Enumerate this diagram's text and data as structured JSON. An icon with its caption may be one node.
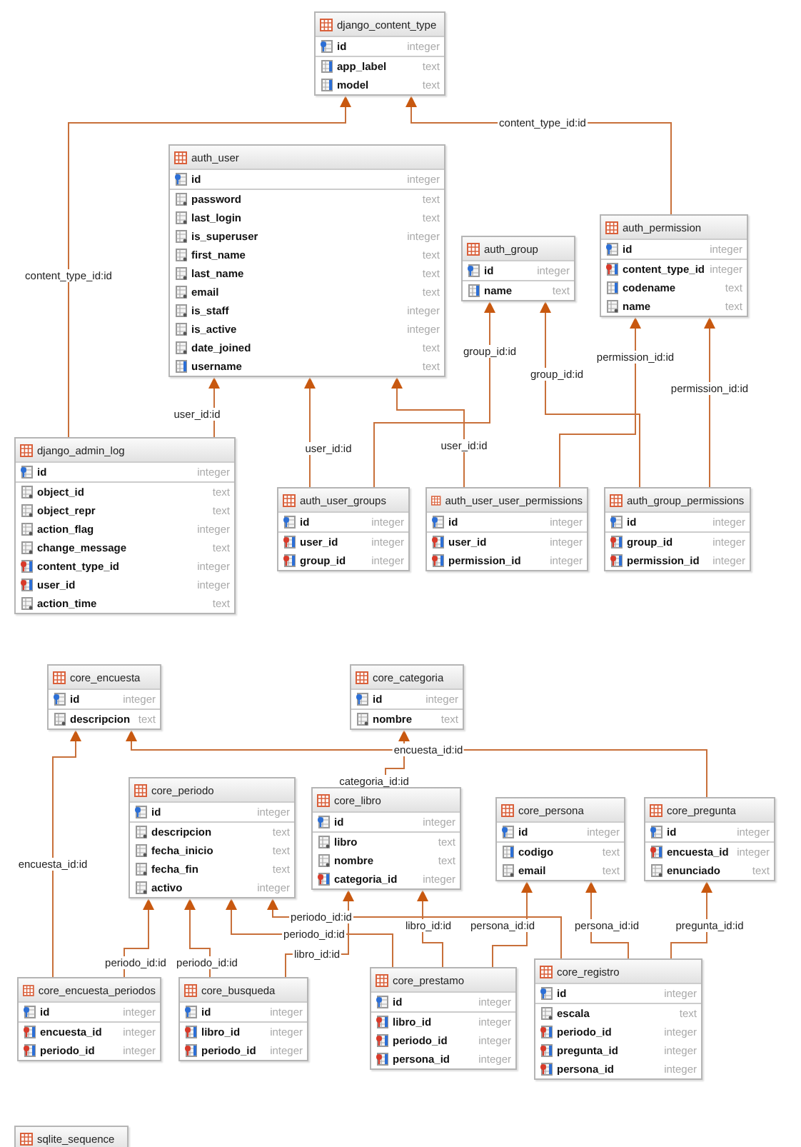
{
  "diagram": {
    "nodes": [
      {
        "text": [
          "django_content_type",
          "id",
          "integer",
          "app_label",
          "text",
          "model",
          "text"
        ]
      },
      {
        "text": [
          "auth_user",
          "id",
          "integer",
          "password",
          "text",
          "last_login",
          "text",
          "is_superuser",
          "integer",
          "first_name",
          "text",
          "last_name",
          "text",
          "email",
          "text",
          "is_staff",
          "integer",
          "is_active",
          "integer",
          "date_joined",
          "text",
          "username",
          "text"
        ]
      },
      {
        "text": [
          "auth_group",
          "id",
          "integer",
          "name",
          "text"
        ]
      },
      {
        "text": [
          "auth_permission",
          "id",
          "integer",
          "content_type_id",
          "integer",
          "codename",
          "text",
          "name",
          "text"
        ]
      },
      {
        "text": [
          "django_admin_log",
          "id",
          "integer",
          "object_id",
          "text",
          "object_repr",
          "text",
          "action_flag",
          "integer",
          "change_message",
          "text",
          "content_type_id",
          "integer",
          "user_id",
          "integer",
          "action_time",
          "text"
        ]
      },
      {
        "text": [
          "auth_user_groups",
          "id",
          "integer",
          "user_id",
          "integer",
          "group_id",
          "integer"
        ]
      },
      {
        "text": [
          "auth_user_user_permissions",
          "id",
          "integer",
          "user_id",
          "integer",
          "permission_id",
          "integer"
        ]
      },
      {
        "text": [
          "auth_group_permissions",
          "id",
          "integer",
          "group_id",
          "integer",
          "permission_id",
          "integer"
        ]
      },
      {
        "text": [
          "core_encuesta",
          "id",
          "integer",
          "descripcion",
          "text"
        ]
      },
      {
        "text": [
          "core_categoria",
          "id",
          "integer",
          "nombre",
          "text"
        ]
      },
      {
        "text": [
          "core_periodo",
          "id",
          "integer",
          "descripcion",
          "text",
          "fecha_inicio",
          "text",
          "fecha_fin",
          "text",
          "activo",
          "integer"
        ]
      },
      {
        "text": [
          "core_libro",
          "id",
          "integer",
          "libro",
          "text",
          "nombre",
          "text",
          "categoria_id",
          "integer"
        ]
      },
      {
        "text": [
          "core_persona",
          "id",
          "integer",
          "codigo",
          "text",
          "email",
          "text"
        ]
      },
      {
        "text": [
          "core_pregunta",
          "id",
          "integer",
          "encuesta_id",
          "integer",
          "enunciado",
          "text"
        ]
      },
      {
        "text": [
          "core_encuesta_periodos",
          "id",
          "integer",
          "encuesta_id",
          "integer",
          "periodo_id",
          "integer"
        ]
      },
      {
        "text": [
          "core_busqueda",
          "id",
          "integer",
          "libro_id",
          "integer",
          "periodo_id",
          "integer"
        ]
      },
      {
        "text": [
          "core_prestamo",
          "id",
          "integer",
          "libro_id",
          "integer",
          "periodo_id",
          "integer",
          "persona_id",
          "integer"
        ]
      },
      {
        "text": [
          "core_registro",
          "id",
          "integer",
          "escala",
          "text",
          "periodo_id",
          "integer",
          "pregunta_id",
          "integer",
          "persona_id",
          "integer"
        ]
      },
      {
        "text": [
          "sqlite_sequence"
        ]
      }
    ],
    "edges": [
      {
        "from": 4,
        "to": 0,
        "arrow": "to",
        "label": "content_type_id:id"
      },
      {
        "from": 3,
        "to": 0,
        "arrow": "to",
        "label": "content_type_id:id"
      },
      {
        "from": 4,
        "to": 1,
        "arrow": "to",
        "label": "user_id:id"
      },
      {
        "from": 5,
        "to": 1,
        "arrow": "to",
        "label": "user_id:id"
      },
      {
        "from": 6,
        "to": 1,
        "arrow": "to",
        "label": "user_id:id"
      },
      {
        "from": 5,
        "to": 2,
        "arrow": "to",
        "label": "group_id:id"
      },
      {
        "from": 7,
        "to": 2,
        "arrow": "to",
        "label": "group_id:id"
      },
      {
        "from": 6,
        "to": 3,
        "arrow": "to",
        "label": "permission_id:id"
      },
      {
        "from": 7,
        "to": 3,
        "arrow": "to",
        "label": "permission_id:id"
      },
      {
        "from": 14,
        "to": 8,
        "arrow": "to",
        "label": "encuesta_id:id"
      },
      {
        "from": 13,
        "to": 8,
        "arrow": "to",
        "label": "encuesta_id:id"
      },
      {
        "from": 11,
        "to": 9,
        "arrow": "to",
        "label": "categoria_id:id"
      },
      {
        "from": 14,
        "to": 10,
        "arrow": "to",
        "label": "periodo_id:id"
      },
      {
        "from": 15,
        "to": 10,
        "arrow": "to",
        "label": "periodo_id:id"
      },
      {
        "from": 16,
        "to": 10,
        "arrow": "to",
        "label": "periodo_id:id"
      },
      {
        "from": 17,
        "to": 10,
        "arrow": "to",
        "label": "periodo_id:id"
      },
      {
        "from": 15,
        "to": 11,
        "arrow": "to",
        "label": "libro_id:id"
      },
      {
        "from": 16,
        "to": 11,
        "arrow": "to",
        "label": "libro_id:id"
      },
      {
        "from": 16,
        "to": 12,
        "arrow": "to",
        "label": "persona_id:id"
      },
      {
        "from": 17,
        "to": 12,
        "arrow": "to",
        "label": "persona_id:id"
      },
      {
        "from": 17,
        "to": 13,
        "arrow": "to",
        "label": "pregunta_id:id"
      }
    ]
  }
}
